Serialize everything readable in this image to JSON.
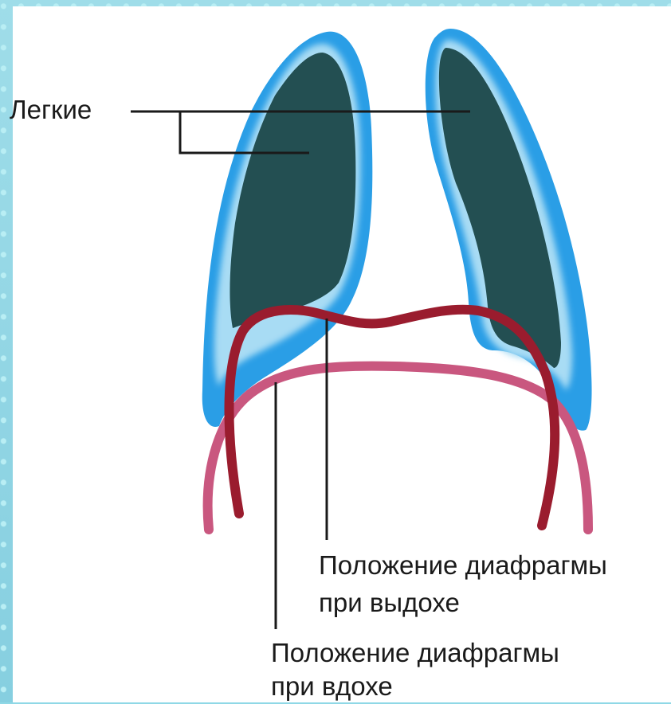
{
  "labels": {
    "lungs": "Легкие",
    "exhale_line1": "Положение диафрагмы",
    "exhale_line2": "при выдохе",
    "inhale_line1": "Положение диафрагмы",
    "inhale_line2": "при вдохе"
  },
  "colors": {
    "border": "#8fd8e6",
    "lung_outer": "#2a9ee6",
    "lung_glow": "#a8dcf4",
    "lung_inner": "#234f52",
    "diaphragm_exhale": "#9a1c2e",
    "diaphragm_inhale": "#c9577f",
    "leader_line": "#1a1a1a"
  }
}
